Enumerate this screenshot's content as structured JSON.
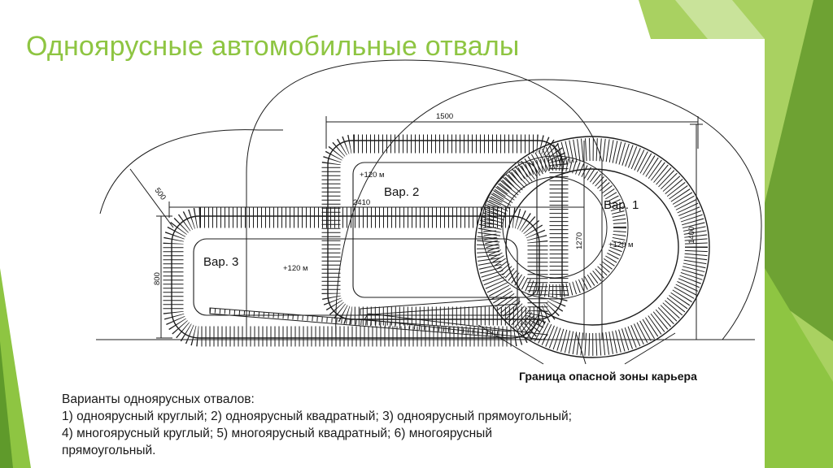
{
  "slide": {
    "title": "Одноярусные автомобильные отвалы",
    "caption": [
      "Варианты одноярусных отвалов:",
      "1) одноярусный круглый; 2) одноярусный квадратный; 3) одноярусный прямоугольный;",
      "4) многоярусный круглый; 5) многоярусный квадратный; 6) многоярусный",
      "прямоугольный."
    ]
  },
  "diagram": {
    "labels": {
      "var1": "Вар. 1",
      "var2": "Вар. 2",
      "var3": "Вар. 3",
      "level_var1": "+120 м",
      "level_var2": "+120 м",
      "level_var3": "+120 м",
      "boundary": "Граница опасной зоны карьера"
    },
    "dimensions": {
      "top_width": "1500",
      "left_radius": "500",
      "mid_width": "2410",
      "left_height": "800",
      "mid_height": "1270",
      "right_height": "1400"
    }
  },
  "colors": {
    "accent": "#8ec542",
    "accent_dark": "#5f9a2b",
    "line": "#1c1c1c"
  }
}
